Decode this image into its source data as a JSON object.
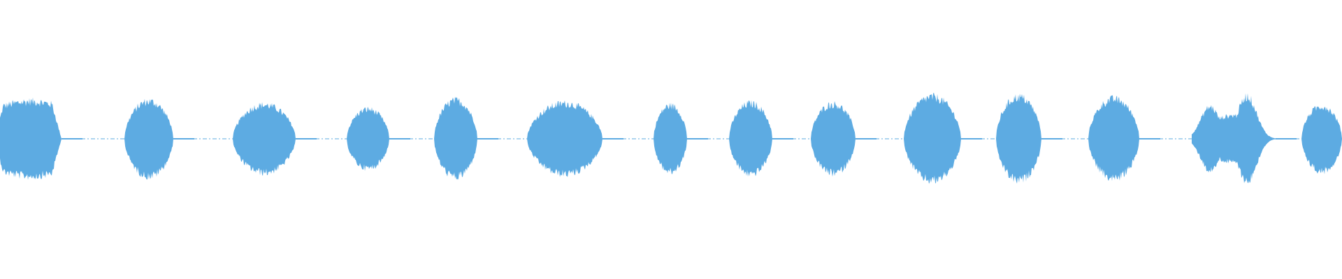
{
  "waveform": {
    "color": "#5dabe2",
    "background": "#ffffff",
    "bursts": [
      {
        "amplitude": 0.52,
        "shape": "leading-peak"
      },
      {
        "amplitude": 0.52,
        "shape": "dome"
      },
      {
        "amplitude": 0.47,
        "shape": "dome"
      },
      {
        "amplitude": 0.41,
        "shape": "dome"
      },
      {
        "amplitude": 0.53,
        "shape": "dome"
      },
      {
        "amplitude": 0.49,
        "shape": "dome"
      },
      {
        "amplitude": 0.46,
        "shape": "dome"
      },
      {
        "amplitude": 0.49,
        "shape": "dome"
      },
      {
        "amplitude": 0.48,
        "shape": "dome"
      },
      {
        "amplitude": 0.58,
        "shape": "dome"
      },
      {
        "amplitude": 0.58,
        "shape": "dome"
      },
      {
        "amplitude": 0.55,
        "shape": "dome"
      },
      {
        "amplitude": 0.59,
        "shape": "double-hump"
      },
      {
        "amplitude": 0.45,
        "shape": "dome"
      }
    ]
  }
}
